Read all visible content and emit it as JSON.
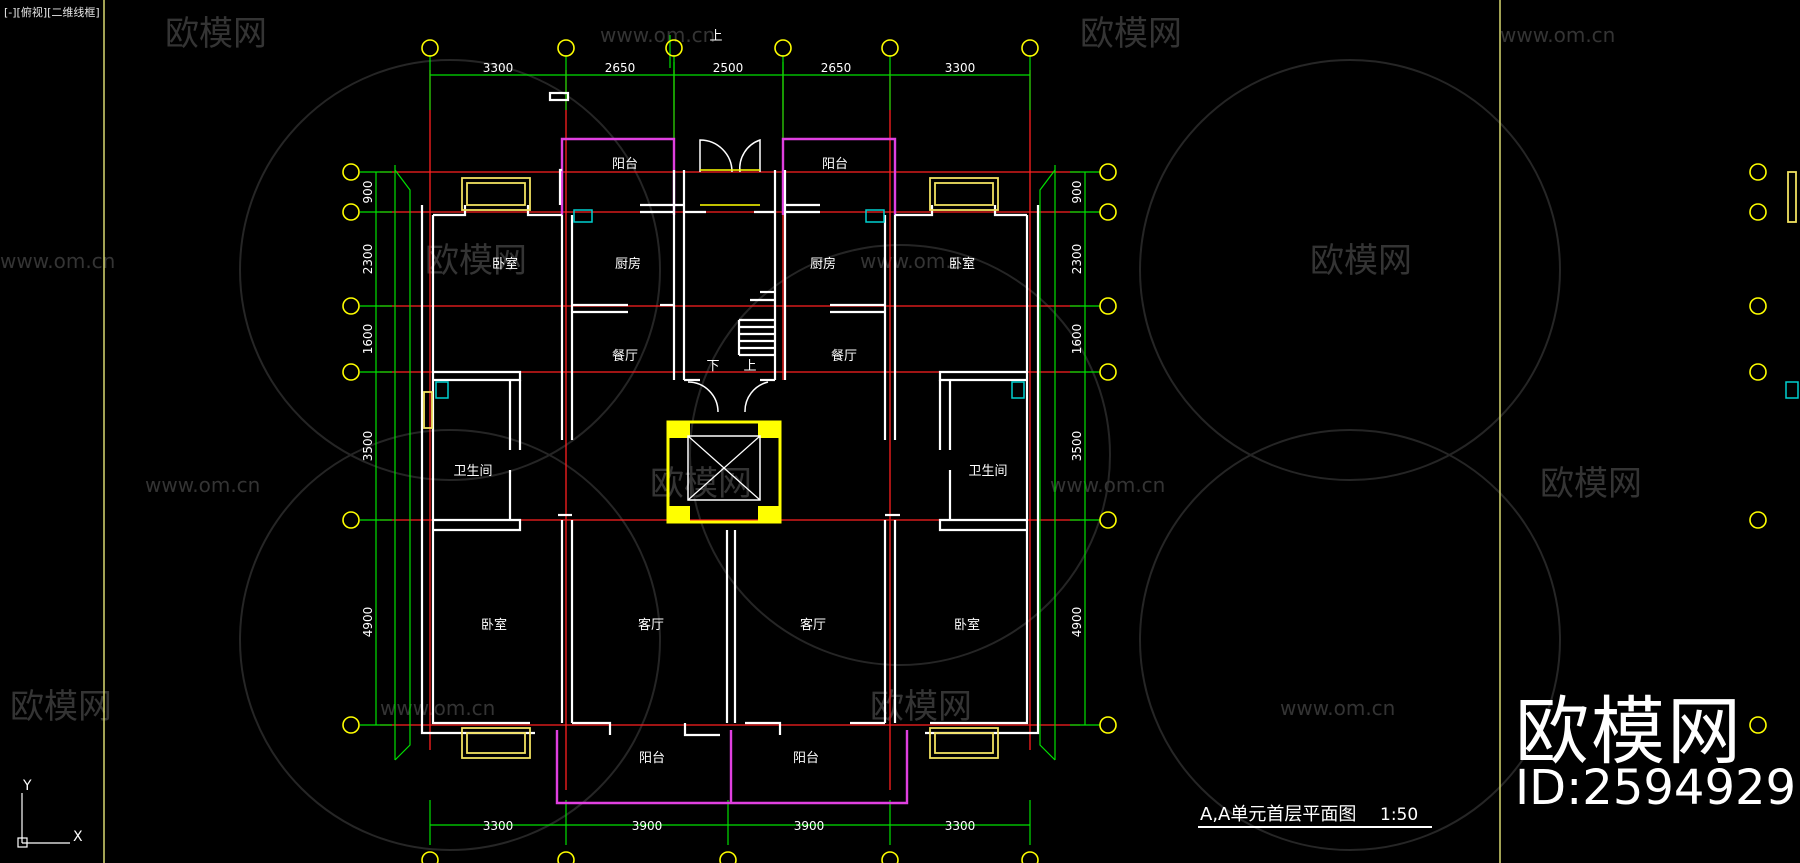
{
  "viewport": {
    "label": "[-][俯视][二维线框]"
  },
  "plan": {
    "title": "A,A单元首层平面图",
    "scale": "1:50",
    "dims_top": [
      "3300",
      "2650",
      "2500",
      "2650",
      "3300"
    ],
    "dims_bottom": [
      "3300",
      "3900",
      "3900",
      "3300"
    ],
    "dims_left": [
      "900",
      "2300",
      "1600",
      "3500",
      "4900"
    ],
    "dims_right": [
      "900",
      "2300",
      "1600",
      "3500",
      "4900"
    ],
    "stair_marks": [
      "下",
      "上"
    ],
    "stair_top_mark": "上",
    "rooms": {
      "balcony_top_left": "阳台",
      "balcony_top_right": "阳台",
      "kitchen_left": "厨房",
      "kitchen_right": "厨房",
      "bedroom_top_left": "卧室",
      "bedroom_top_right": "卧室",
      "dining_left": "餐厅",
      "dining_right": "餐厅",
      "bath_left": "卫生间",
      "bath_right": "卫生间",
      "bedroom_bottom_left": "卧室",
      "bedroom_bottom_right": "卧室",
      "living_left": "客厅",
      "living_right": "客厅",
      "balcony_bottom_left": "阳台",
      "balcony_bottom_right": "阳台"
    }
  },
  "ucs": {
    "x": "X",
    "y": "Y"
  },
  "watermark": {
    "brand": "欧模网",
    "url": "www.om.cn",
    "id": "ID:2594929"
  },
  "colors": {
    "background": "#000000",
    "wall": "#ffffff",
    "axis": "#ff2020",
    "dimension": "#00e000",
    "balcony": "#e040e0",
    "column": "#ffff00",
    "grid_bubble": "#ffff00"
  }
}
